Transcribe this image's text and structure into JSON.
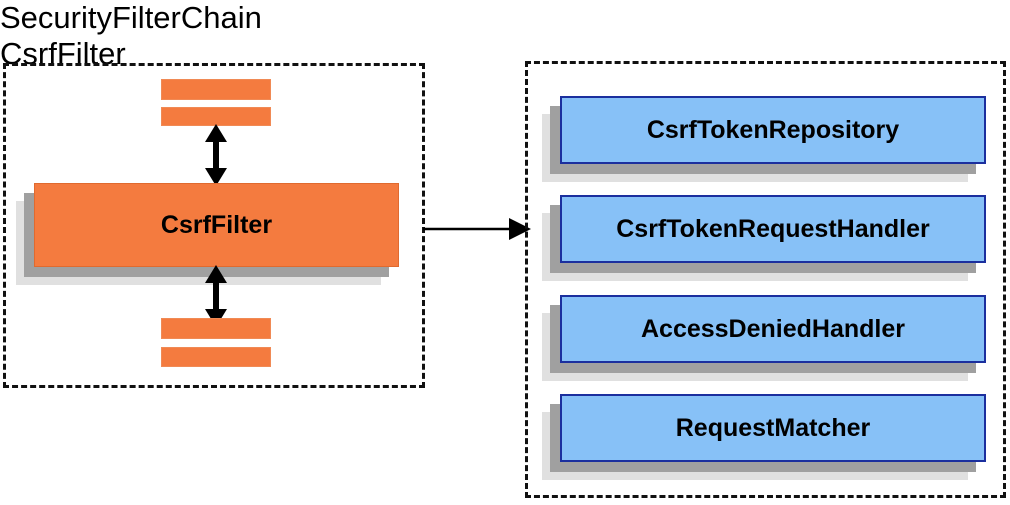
{
  "diagram": {
    "type": "architecture-block-diagram",
    "background": "#ffffff",
    "palette": {
      "orange_fill": "#f47b3f",
      "orange_border": "#e06a2f",
      "blue_fill": "#87c1f7",
      "blue_border": "#1b2f9e",
      "shadow_dark": "#a0a0a0",
      "shadow_light": "#e0e0e0",
      "text": "#000000",
      "border_dashed": "#111111"
    }
  },
  "left_panel": {
    "title": "SecurityFilterChain",
    "top_bars": [
      {
        "name": "filter-bar-top-1"
      },
      {
        "name": "filter-bar-top-2"
      }
    ],
    "bottom_bars": [
      {
        "name": "filter-bar-bottom-1"
      },
      {
        "name": "filter-bar-bottom-2"
      }
    ],
    "focus_node": {
      "label": "CsrfFilter"
    },
    "arrows": {
      "upper": "double-headed-vertical",
      "lower": "double-headed-vertical"
    }
  },
  "right_panel": {
    "title": "CsrfFilter",
    "collaborators": [
      {
        "label": "CsrfTokenRepository"
      },
      {
        "label": "CsrfTokenRequestHandler"
      },
      {
        "label": "AccessDeniedHandler"
      },
      {
        "label": "RequestMatcher"
      }
    ]
  },
  "connector": {
    "name": "expansion-arrow",
    "direction": "left-to-right",
    "style": "single-headed"
  }
}
